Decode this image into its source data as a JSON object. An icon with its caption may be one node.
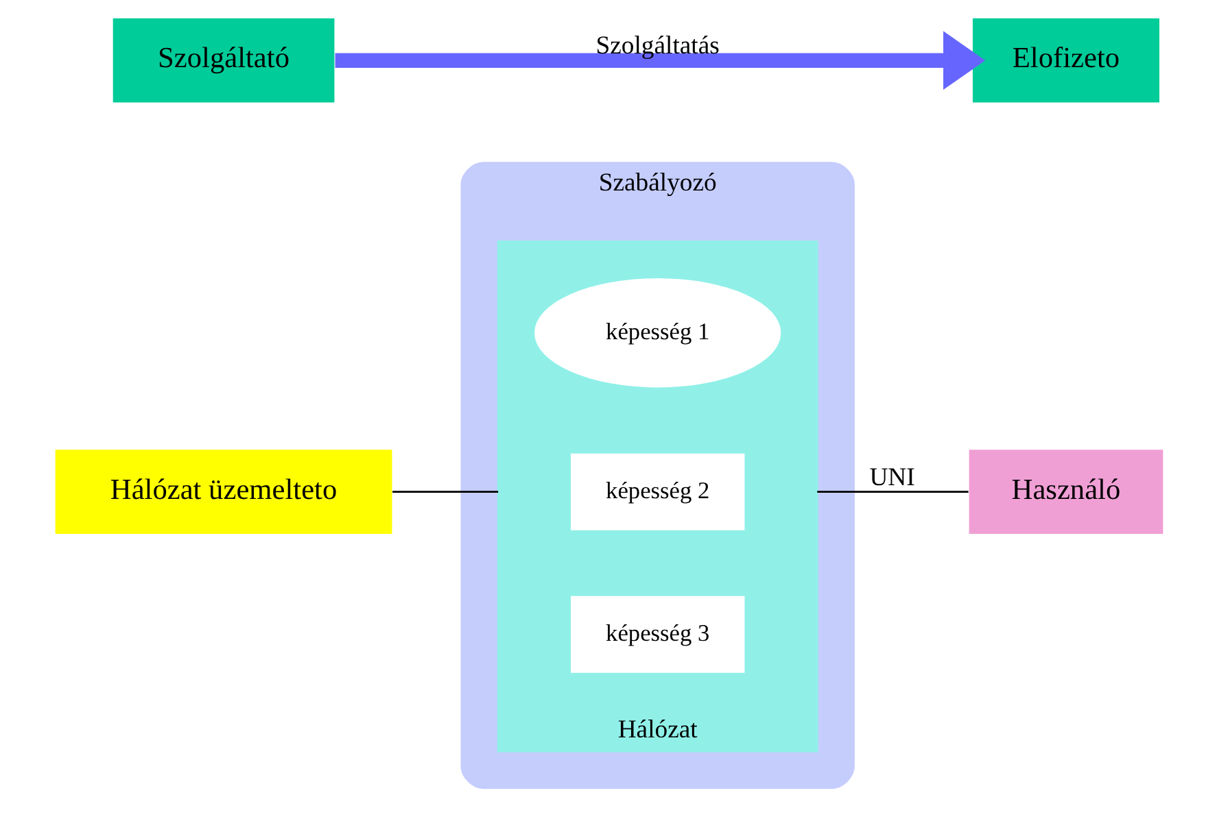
{
  "diagram": {
    "nodes": [
      {
        "text": [
          "Szabályozó"
        ]
      },
      {
        "text": [
          "Szolgáltató"
        ]
      },
      {
        "text": [
          "Hálózat üzemelteto"
        ]
      },
      {
        "text": [
          "Elofizeto"
        ]
      },
      {
        "text": [
          "Használó"
        ]
      },
      {
        "text": [
          "Hálózat"
        ],
        "in": 0
      },
      {
        "text": [
          "képesség 1"
        ],
        "in": 5
      },
      {
        "text": [
          "képesség 2"
        ],
        "in": 5
      },
      {
        "text": [
          "képesség 3"
        ],
        "in": 5
      }
    ],
    "edges": [
      {
        "from": 1,
        "to": 3,
        "arrow": "to",
        "label": "Szolgáltatás",
        "style": "thick",
        "color": "#6666ff"
      },
      {
        "from": 2,
        "to": 5,
        "arrow": "none"
      },
      {
        "from": 5,
        "to": 4,
        "arrow": "none",
        "label": "UNI"
      }
    ]
  }
}
